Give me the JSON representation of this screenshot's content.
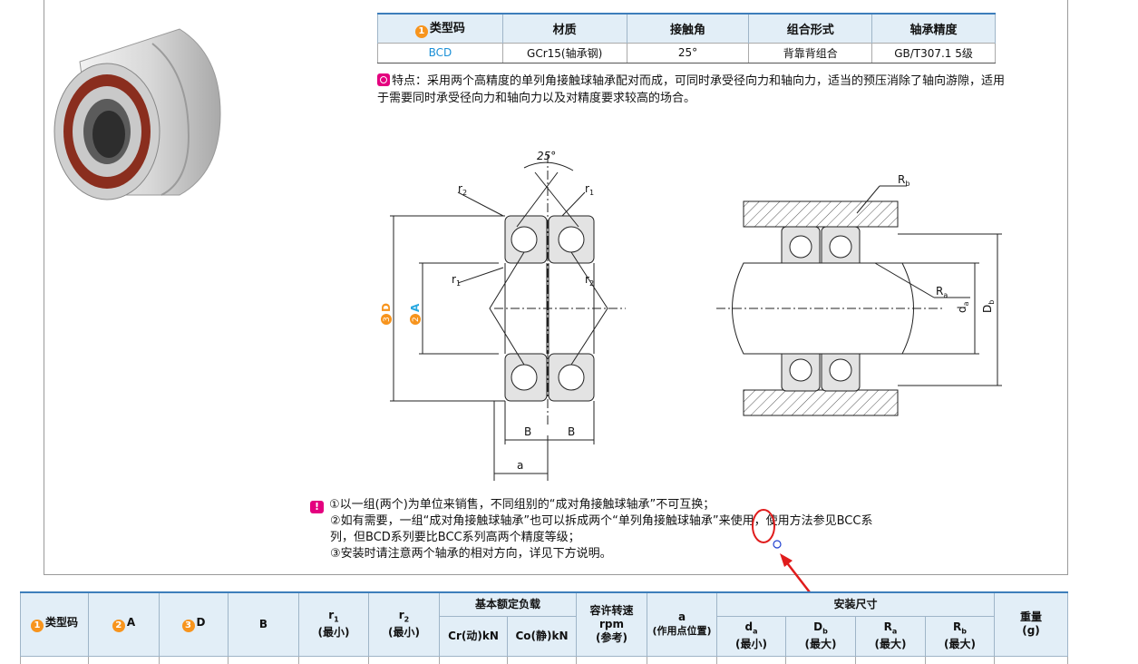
{
  "spec_table": {
    "headers": [
      "类型码",
      "材质",
      "接触角",
      "组合形式",
      "轴承精度"
    ],
    "header_badge": "1",
    "row": {
      "code": "BCD",
      "material": "GCr15(轴承钢)",
      "angle": "25°",
      "combo": "背靠背组合",
      "precision": "GB/T307.1 5级"
    }
  },
  "feature": {
    "label": "特点：",
    "text": "采用两个高精度的单列角接触球轴承配对而成，可同时承受径向力和轴向力，适当的预压消除了轴向游隙，适用于需要同时承受径向力和轴向力以及对精度要求较高的场合。"
  },
  "diagram": {
    "angle": "25°",
    "r1": "r",
    "r2": "r",
    "label_D": "D",
    "label_A": "A",
    "label_B": "B",
    "label_a": "a",
    "label_Rb": "R",
    "label_Ra": "R",
    "label_da": "d",
    "label_Db": "D",
    "badge_3": "3",
    "badge_2": "2"
  },
  "notes": {
    "icon": "!",
    "lines": [
      "①以一组(两个)为单位来销售，不同组别的“成对角接触球轴承”不可互换；",
      "②如有需要，一组“成对角接触球轴承”也可以拆成两个“单列角接触球轴承”来使用，使用方法参见BCC系",
      "列，但BCD系列要比BCC系列高两个精度等级；",
      "③安装时请注意两个轴承的相对方向，详见下方说明。"
    ]
  },
  "main_table": {
    "type_code": "类型码",
    "col_A": "A",
    "col_D": "D",
    "col_B": "B",
    "col_r1": "r",
    "col_r2": "r",
    "min": "(最小)",
    "max": "(最大)",
    "load_group": "基本额定负载",
    "cr": "Cr(动)kN",
    "co": "Co(静)kN",
    "speed": "容许转速",
    "rpm": "rpm",
    "ref": "(参考)",
    "col_a": "a",
    "a_note": "(作用点位置)",
    "install_group": "安装尺寸",
    "col_da": "d",
    "col_Db": "D",
    "col_Ra": "R",
    "col_Rb": "R",
    "weight": "重量",
    "weight_unit": "(g)",
    "sub_1": "1",
    "sub_2": "2",
    "sub_a": "a",
    "sub_b": "b"
  },
  "colors": {
    "accent_blue": "#3d7ebb",
    "header_bg": "#e2eef7",
    "badge_orange": "#f7941d",
    "badge_blue": "#29a8e0",
    "magenta": "#e4007f",
    "annotation_red": "#e01c1c"
  }
}
